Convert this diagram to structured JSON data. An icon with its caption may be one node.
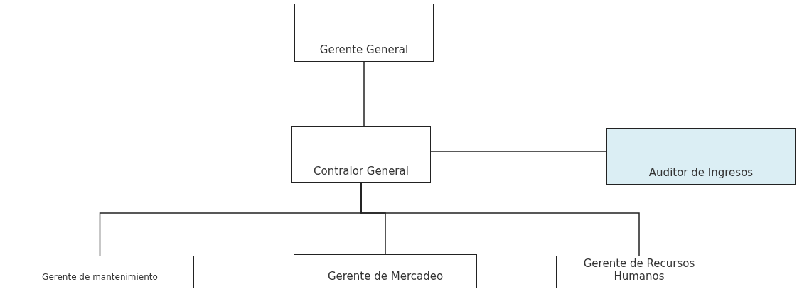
{
  "diagram": {
    "nodes": [
      {
        "text": [
          "Gerente General"
        ]
      },
      {
        "text": [
          "Contralor General"
        ]
      },
      {
        "text": [
          "Auditor de Ingresos"
        ]
      },
      {
        "text": [
          "Gerente de mantenimiento"
        ]
      },
      {
        "text": [
          "Gerente de Mercadeo"
        ]
      },
      {
        "text": [
          "Gerente de Recursos Humanos"
        ]
      }
    ],
    "edges": [
      {
        "from": 0,
        "to": 1,
        "arrow": "none"
      },
      {
        "from": 1,
        "to": 2,
        "arrow": "none"
      },
      {
        "from": 1,
        "to": 3,
        "arrow": "none"
      },
      {
        "from": 1,
        "to": 4,
        "arrow": "none"
      },
      {
        "from": 1,
        "to": 5,
        "arrow": "none"
      }
    ]
  }
}
